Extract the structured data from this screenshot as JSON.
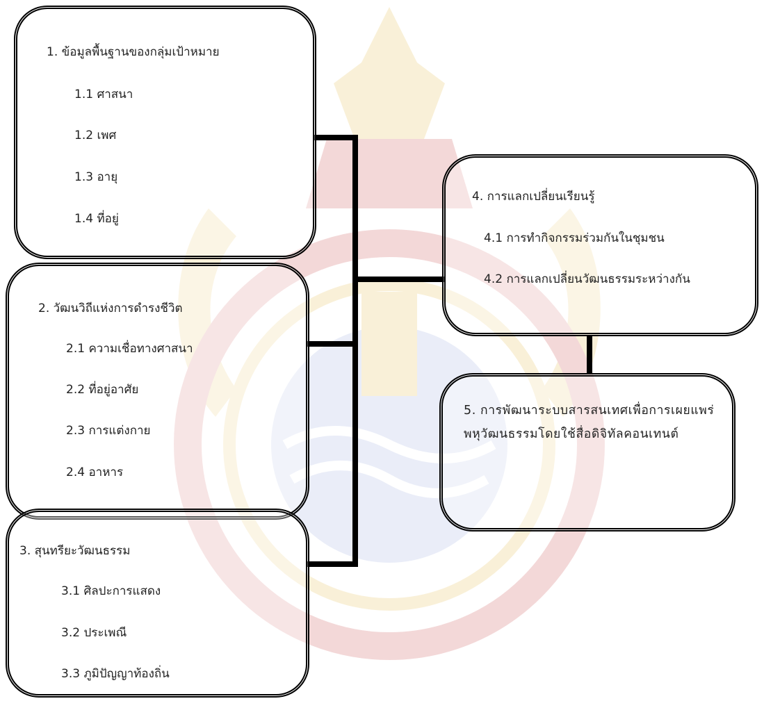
{
  "boxes": [
    {
      "title": "1. ข้อมูลพื้นฐานของกลุ่มเป้าหมาย",
      "items": [
        "1.1 ศาสนา",
        "1.2 เพศ",
        "1.3 อายุ",
        "1.4 ที่อยู่"
      ]
    },
    {
      "title": "2. วัฒนวิถีแห่งการดำรงชีวิต",
      "items": [
        "2.1 ความเชื่อทางศาสนา",
        "2.2 ที่อยู่อาศัย",
        "2.3 การแต่งกาย",
        "2.4 อาหาร"
      ]
    },
    {
      "title": "3. สุนทรียะวัฒนธรรม",
      "items": [
        "3.1 ศิลปะการแสดง",
        "3.2 ประเพณี",
        "3.3 ภูมิปัญญาท้องถิ่น"
      ]
    },
    {
      "title": "4. การแลกเปลี่ยนเรียนรู้",
      "items": [
        "4.1 การทำกิจกรรมร่วมกันในชุมชน",
        "4.2 การแลกเปลี่ยนวัฒนธรรมระหว่างกัน"
      ]
    },
    {
      "title": "5. การพัฒนาระบบสารสนเทศเพื่อการเผยแพร่พหุวัฒนธรรมโดยใช้สื่อดิจิทัลคอนเทนต์",
      "items": []
    }
  ],
  "colors": {
    "border": "#000000",
    "text": "#222222",
    "watermark_gold": "#e0b030",
    "watermark_red": "#c03030"
  }
}
